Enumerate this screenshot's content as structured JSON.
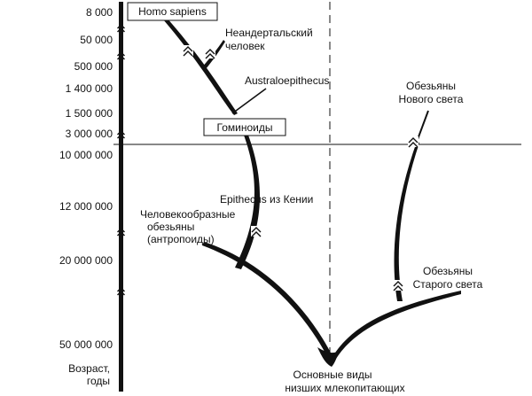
{
  "time_axis": {
    "ticks": [
      "8 000",
      "50 000",
      "500 000",
      "1 400 000",
      "1 500 000",
      "3 000 000",
      "10 000 000",
      "12 000 000",
      "20 000 000",
      "50 000 000"
    ],
    "label_line1": "Возраст,",
    "label_line2": "годы"
  },
  "nodes": {
    "homo_sapiens": "Homo sapiens",
    "neanderthal_line1": "Неандертальский",
    "neanderthal_line2": "человек",
    "australopithecus": "Australoepithecus",
    "hominoids": "Гоминоиды",
    "new_world_line1": "Обезьяны",
    "new_world_line2": "Нового света",
    "epithecus": "Epithecus из Кении",
    "apes_line1": "Человекообразные",
    "apes_line2": "обезьяны",
    "apes_line3": "(антропоиды)",
    "old_world_line1": "Обезьяны",
    "old_world_line2": "Старого света",
    "base_line1": "Основные виды",
    "base_line2": "низших млекопитающих"
  },
  "colors": {
    "ink": "#111111",
    "background": "#ffffff"
  }
}
